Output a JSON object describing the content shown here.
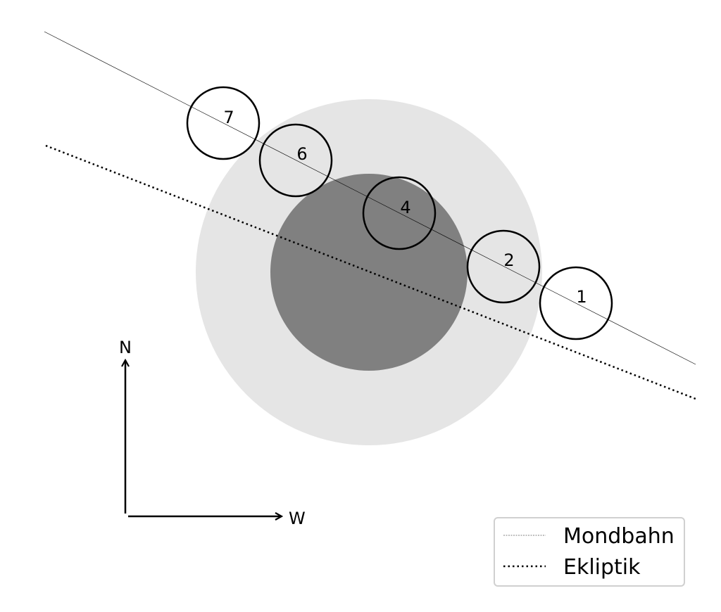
{
  "diagram": {
    "umbra_color": "#808080",
    "penumbra_color": "#e5e5e5",
    "line_color": "#000000",
    "moon_positions": [
      {
        "label": "1"
      },
      {
        "label": "2"
      },
      {
        "label": "4"
      },
      {
        "label": "6"
      },
      {
        "label": "7"
      }
    ],
    "compass": {
      "north_label": "N",
      "west_label": "W"
    },
    "legend": {
      "orbit_label": "Mondbahn",
      "ecliptic_label": "Ekliptik"
    }
  }
}
